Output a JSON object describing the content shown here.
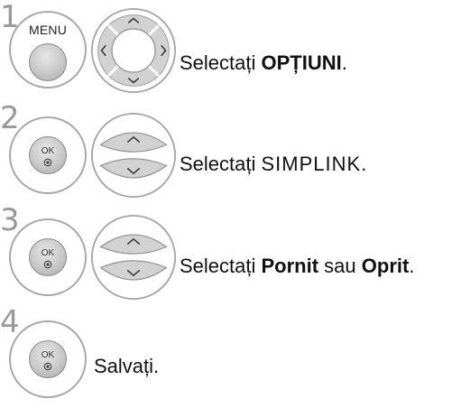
{
  "steps": [
    {
      "number": "1",
      "key": "MENU",
      "control": "four-way-nav",
      "text_prefix": "Selectați ",
      "text_bold": "OPȚIUNI",
      "text_suffix": "."
    },
    {
      "number": "2",
      "key": "OK",
      "control": "up-down-nav",
      "text_prefix": "Selectați ",
      "text_bold": "SIMPLINK",
      "text_suffix": "."
    },
    {
      "number": "3",
      "key": "OK",
      "control": "up-down-nav",
      "text_prefix": "Selectați ",
      "text_bold": "Pornit",
      "text_mid": " sau ",
      "text_bold2": "Oprit",
      "text_suffix": "."
    },
    {
      "number": "4",
      "key": "OK",
      "text": "Salvați."
    }
  ],
  "icons": {
    "menu_button": "menu-button-icon",
    "ok_button": "ok-button-icon",
    "four_way_nav": "four-way-nav-icon",
    "up_down_nav": "up-down-nav-icon"
  }
}
